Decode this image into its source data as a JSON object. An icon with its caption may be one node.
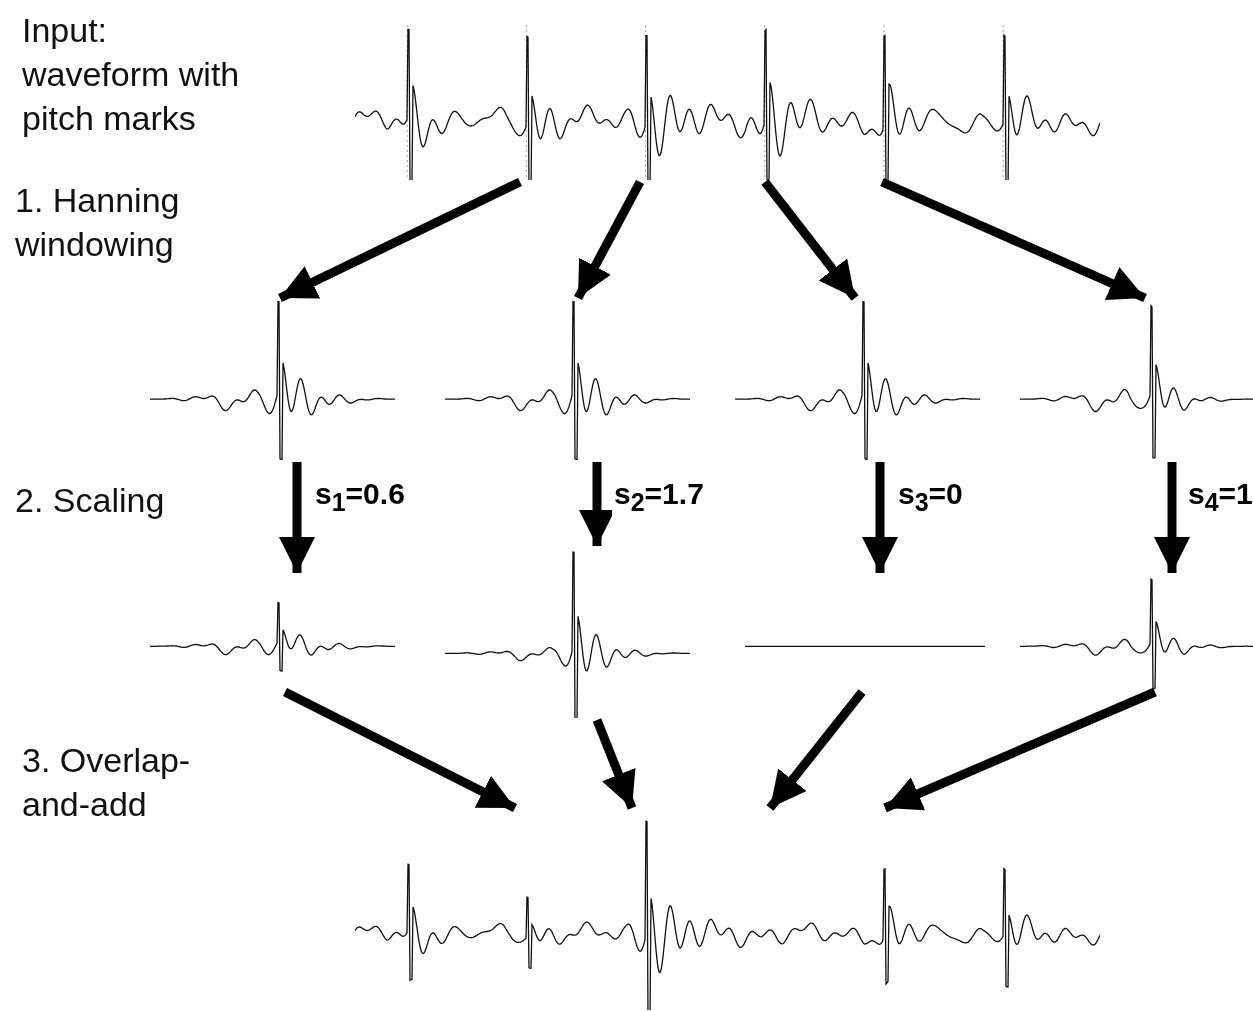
{
  "diagram": {
    "nodes": [
      {
        "text": [],
        "shape": "picture"
      },
      {
        "text": [],
        "shape": "picture"
      },
      {
        "text": [],
        "shape": "picture"
      },
      {
        "text": [],
        "shape": "picture"
      },
      {
        "text": [],
        "shape": "picture"
      },
      {
        "text": [],
        "shape": "picture"
      },
      {
        "text": [],
        "shape": "picture"
      },
      {
        "text": [],
        "shape": "picture"
      },
      {
        "text": [],
        "shape": "picture"
      },
      {
        "text": [],
        "shape": "picture"
      }
    ],
    "edges": [
      {
        "from": 0,
        "to": 1,
        "arrow": "to"
      },
      {
        "from": 0,
        "to": 2,
        "arrow": "to"
      },
      {
        "from": 0,
        "to": 3,
        "arrow": "to"
      },
      {
        "from": 0,
        "to": 4,
        "arrow": "to"
      },
      {
        "from": 1,
        "to": 5,
        "arrow": "to",
        "label": "s$_{1}$=0.6"
      },
      {
        "from": 2,
        "to": 6,
        "arrow": "to",
        "label": "s$_{2}$=1.7"
      },
      {
        "from": 3,
        "to": 7,
        "arrow": "to",
        "label": "s$_{3}$=0"
      },
      {
        "from": 4,
        "to": 8,
        "arrow": "to",
        "label": "s$_{4}$=1"
      },
      {
        "from": 5,
        "to": 9,
        "arrow": "to"
      },
      {
        "from": 6,
        "to": 9,
        "arrow": "to"
      },
      {
        "from": 7,
        "to": 9,
        "arrow": "to"
      },
      {
        "from": 8,
        "to": 9,
        "arrow": "to"
      }
    ],
    "labels": [
      "Input: waveform with pitch marks",
      "1. Hanning windowing",
      "2. Scaling",
      "3. Overlap-and-add"
    ]
  }
}
